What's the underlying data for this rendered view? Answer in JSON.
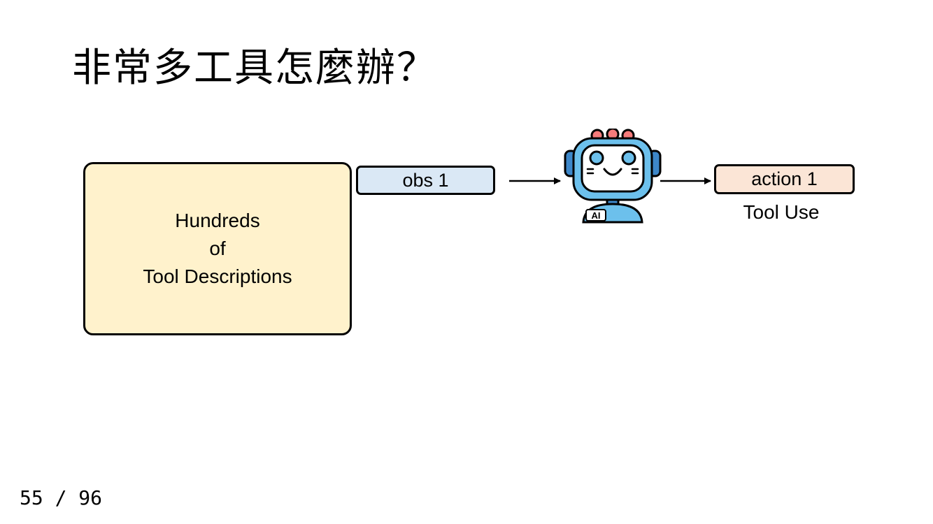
{
  "slide": {
    "title": "非常多工具怎麼辦？",
    "page_current": "55",
    "page_separator": "/",
    "page_total": "96"
  },
  "diagram": {
    "tools_box": {
      "line1": "Hundreds",
      "line2": "of",
      "line3": "Tool Descriptions",
      "fill": "#fff2cc"
    },
    "obs_box": {
      "label": "obs 1",
      "fill": "#dae8f5"
    },
    "agent": {
      "icon": "robot-icon",
      "badge_text": "AI"
    },
    "action_box": {
      "label": "action 1",
      "fill": "#fbe5d6"
    },
    "tool_use_label": "Tool Use"
  }
}
